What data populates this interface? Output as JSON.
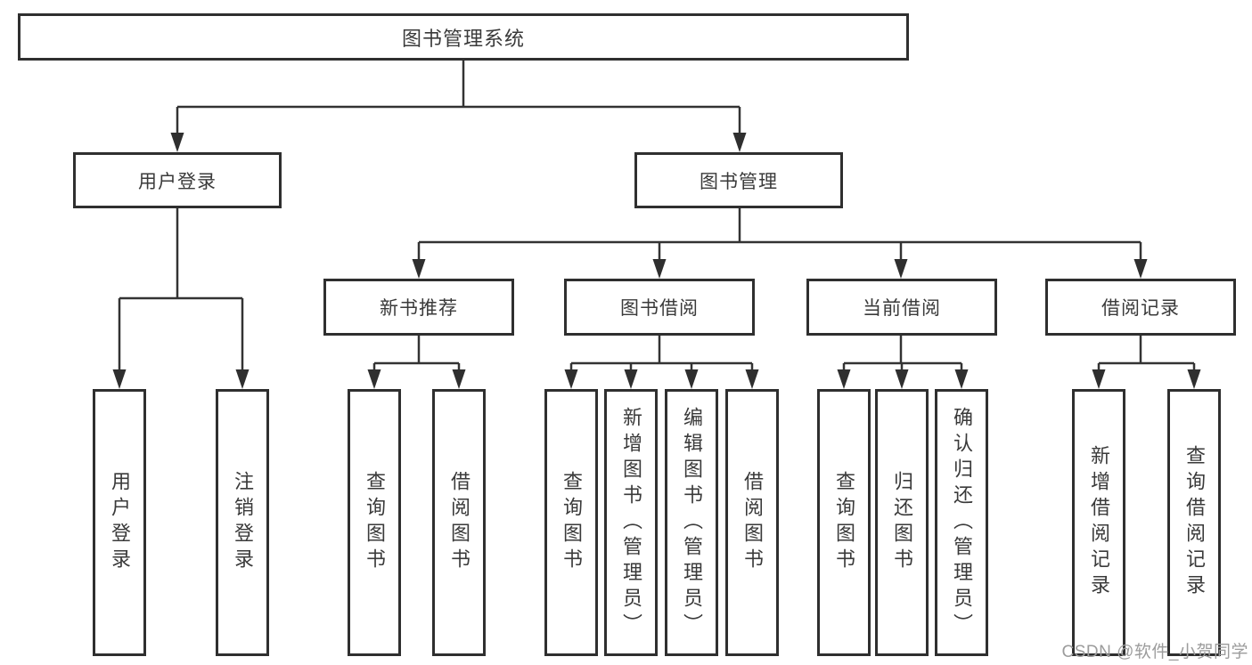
{
  "diagram": {
    "title": "图书管理系统",
    "tree": {
      "label": "图书管理系统",
      "children": [
        {
          "label": "用户登录",
          "children": [
            {
              "label": "用户登录"
            },
            {
              "label": "注销登录"
            }
          ]
        },
        {
          "label": "图书管理",
          "children": [
            {
              "label": "新书推荐",
              "children": [
                {
                  "label": "查询图书"
                },
                {
                  "label": "借阅图书"
                }
              ]
            },
            {
              "label": "图书借阅",
              "children": [
                {
                  "label": "查询图书"
                },
                {
                  "label": "新增图书（管理员）"
                },
                {
                  "label": "编辑图书（管理员）"
                },
                {
                  "label": "借阅图书"
                }
              ]
            },
            {
              "label": "当前借阅",
              "children": [
                {
                  "label": "查询图书"
                },
                {
                  "label": "归还图书"
                },
                {
                  "label": "确认归还（管理员）"
                }
              ]
            },
            {
              "label": "借阅记录",
              "children": [
                {
                  "label": "新增借阅记录"
                },
                {
                  "label": "查询借阅记录"
                }
              ]
            }
          ]
        }
      ]
    },
    "watermark": "CSDN @软件_小贺同学",
    "colors": {
      "line": "#333333",
      "box_border": "#2f2f2f",
      "text": "#3a3a3a",
      "watermark_text": "#9c9c9c",
      "background": "#ffffff"
    }
  }
}
